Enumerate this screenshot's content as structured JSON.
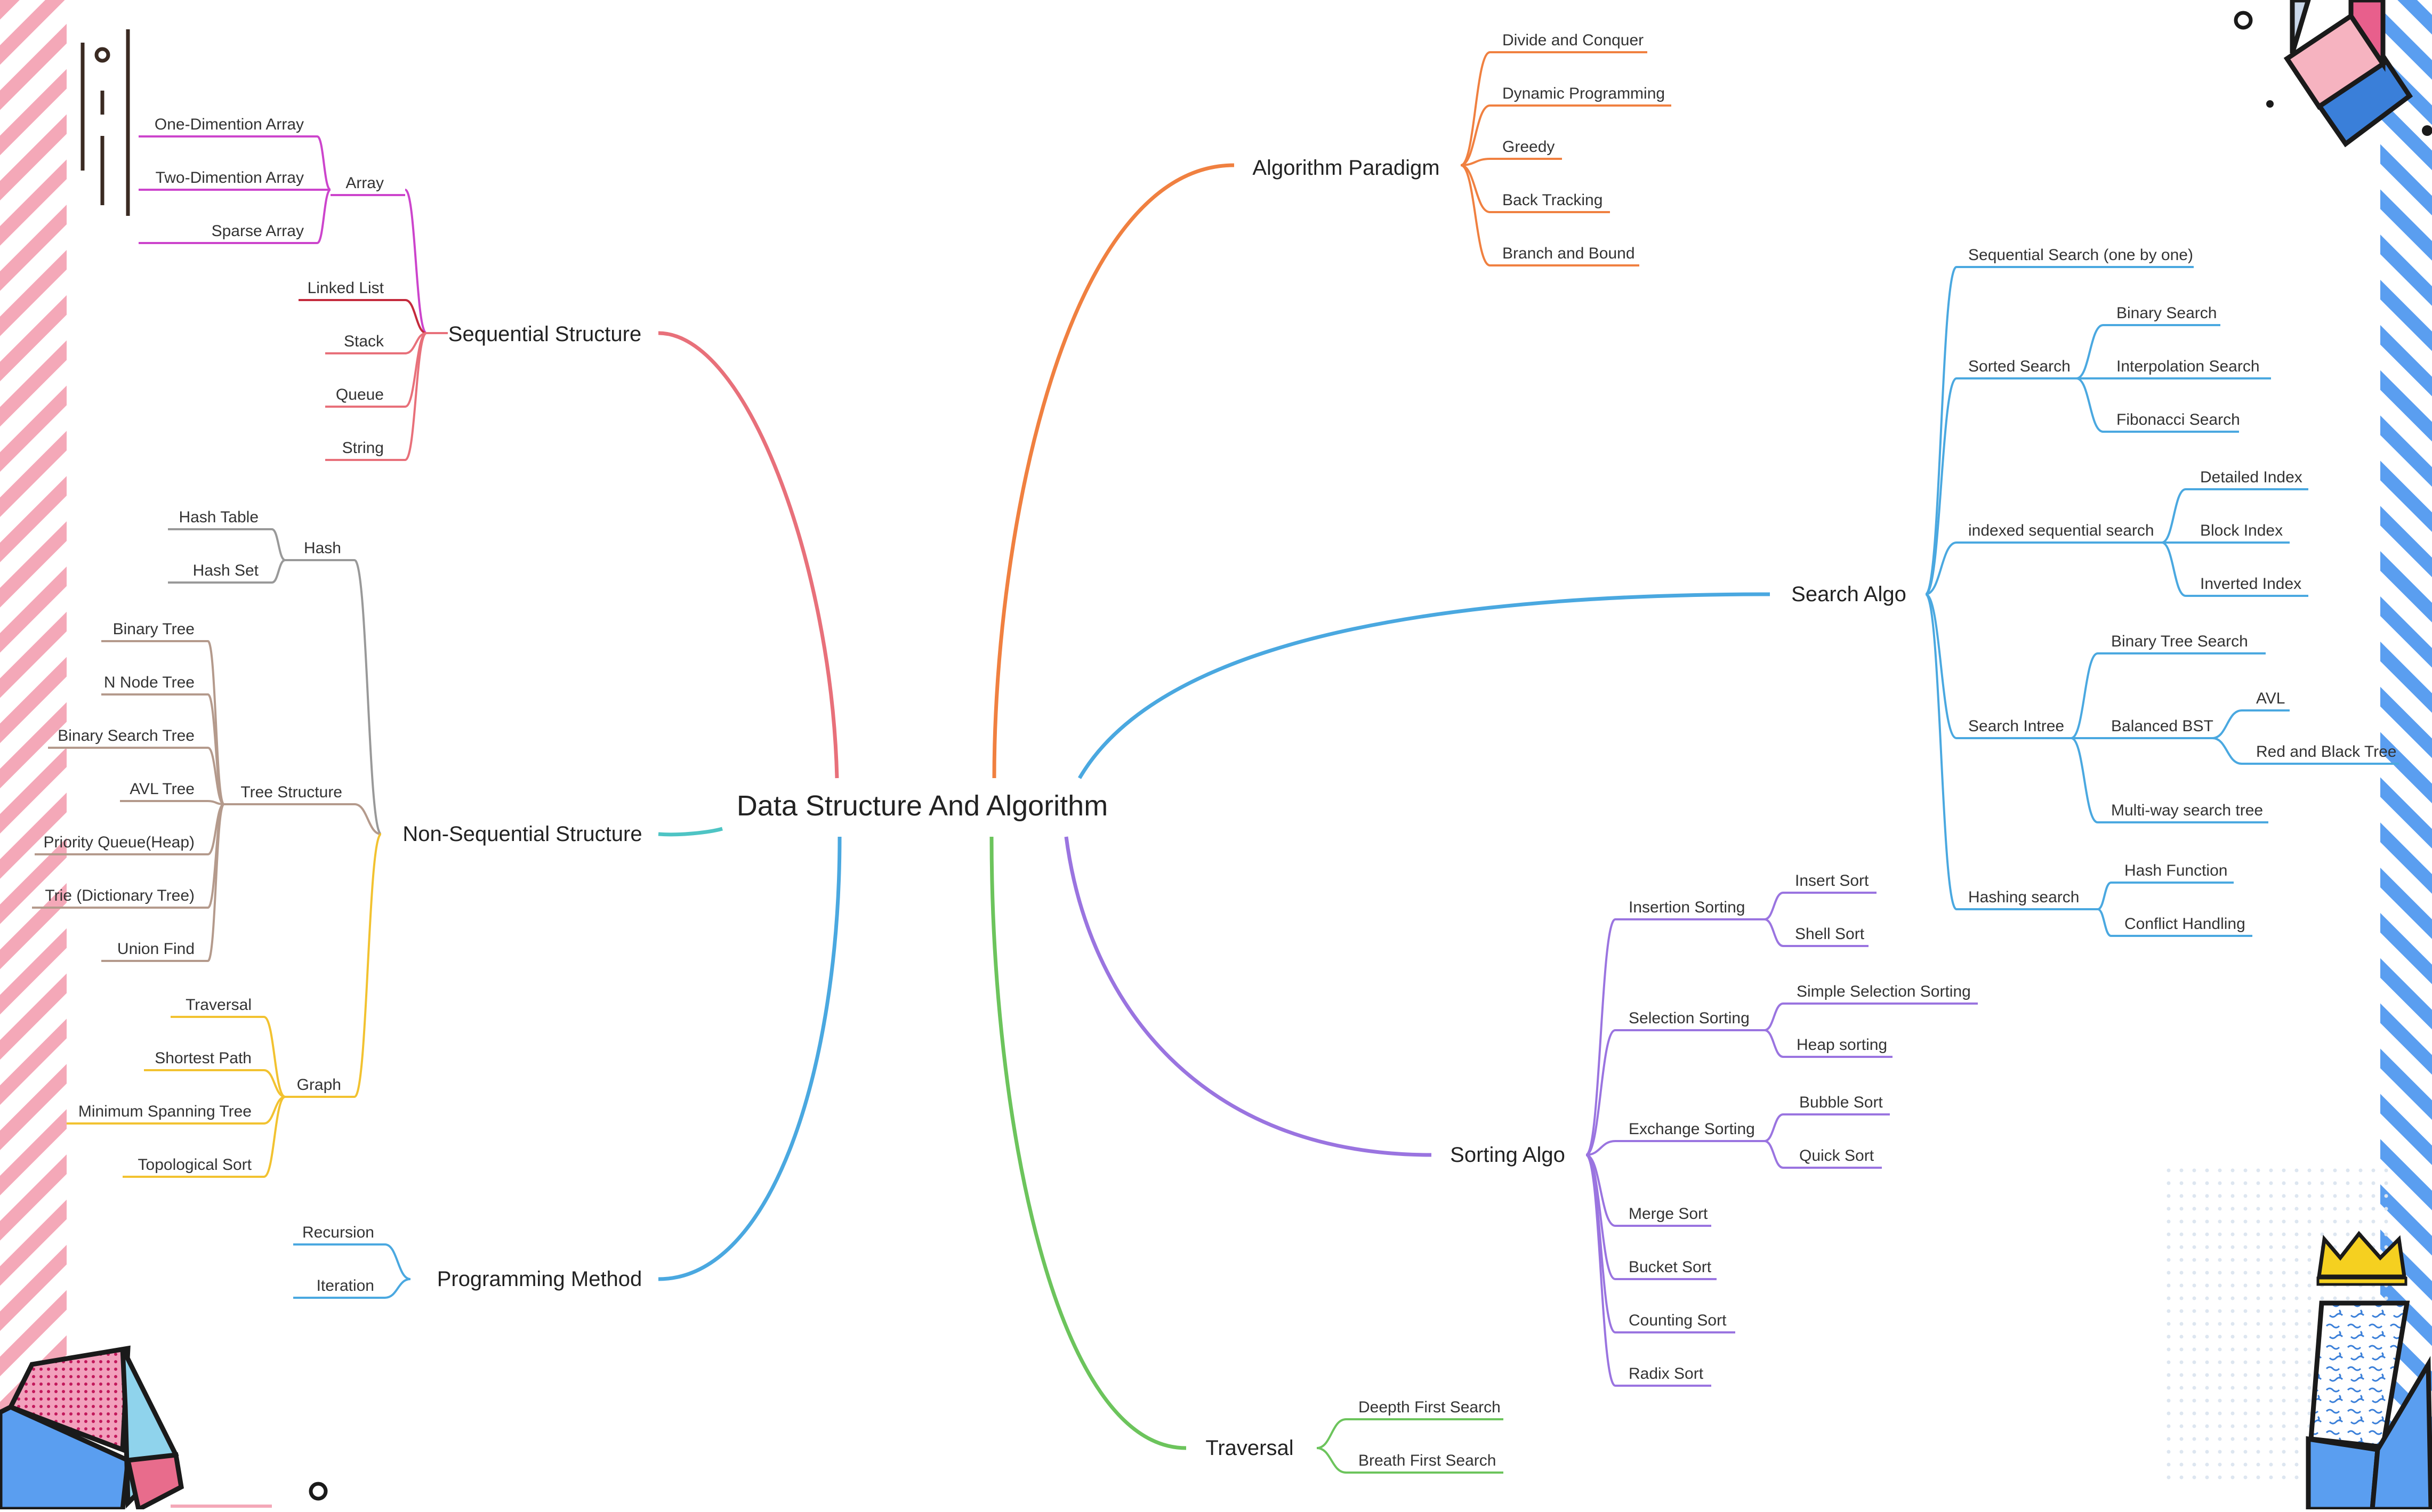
{
  "root": {
    "label": "Data Structure And Algorithm"
  },
  "colors": {
    "sequential": "#e8707a",
    "sequential_array": "#cc44cc",
    "sequential_linked": "#c42a3c",
    "nonsequential": "#4ec4c4",
    "hash": "#999999",
    "tree": "#b49a8c",
    "graph": "#f2c230",
    "programming": "#4aa8e0",
    "paradigm": "#f08040",
    "search": "#4aa8e0",
    "sorting": "#9a74e0",
    "traversal": "#6cc45c",
    "stripe_pink": "#f4a8b8",
    "stripe_blue": "#5a9ef0"
  },
  "branches": {
    "sequential": {
      "label": "Sequential Structure",
      "array": {
        "label": "Array",
        "items": [
          "One-Dimention Array",
          "Two-Dimention Array",
          "Sparse Array"
        ]
      },
      "others": [
        "Linked List",
        "Stack",
        "Queue",
        "String"
      ]
    },
    "nonsequential": {
      "label": "Non-Sequential Structure",
      "hash": {
        "label": "Hash",
        "items": [
          "Hash Table",
          "Hash Set"
        ]
      },
      "tree": {
        "label": "Tree Structure",
        "items": [
          "Binary Tree",
          "N Node Tree",
          "Binary Search Tree",
          "AVL Tree",
          "Priority Queue(Heap)",
          "Trie (Dictionary Tree)",
          "Union Find"
        ]
      },
      "graph": {
        "label": "Graph",
        "items": [
          "Traversal",
          "Shortest Path",
          "Minimum Spanning Tree",
          "Topological Sort"
        ]
      }
    },
    "programming": {
      "label": "Programming Method",
      "items": [
        "Recursion",
        "Iteration"
      ]
    },
    "paradigm": {
      "label": "Algorithm Paradigm",
      "items": [
        "Divide and Conquer",
        "Dynamic Programming",
        "Greedy",
        "Back Tracking",
        "Branch and Bound"
      ]
    },
    "search": {
      "label": "Search Algo",
      "sequential": "Sequential Search (one by one)",
      "sorted": {
        "label": "Sorted Search",
        "items": [
          "Binary Search",
          "Interpolation Search",
          "Fibonacci Search"
        ]
      },
      "indexed": {
        "label": "indexed sequential search",
        "items": [
          "Detailed Index",
          "Block Index",
          "Inverted Index"
        ]
      },
      "intree": {
        "label": "Search Intree",
        "bts": "Binary Tree Search",
        "balanced": {
          "label": "Balanced BST",
          "items": [
            "AVL",
            "Red and Black Tree"
          ]
        },
        "multiway": "Multi-way search tree"
      },
      "hashing": {
        "label": "Hashing search",
        "items": [
          "Hash Function",
          "Conflict Handling"
        ]
      }
    },
    "sorting": {
      "label": "Sorting Algo",
      "insertion": {
        "label": "Insertion Sorting",
        "items": [
          "Insert Sort",
          "Shell Sort"
        ]
      },
      "selection": {
        "label": "Selection Sorting",
        "items": [
          "Simple Selection Sorting",
          "Heap sorting"
        ]
      },
      "exchange": {
        "label": "Exchange Sorting",
        "items": [
          "Bubble Sort",
          "Quick Sort"
        ]
      },
      "others": [
        "Merge Sort",
        "Bucket Sort",
        "Counting Sort",
        "Radix Sort"
      ]
    },
    "traversal": {
      "label": "Traversal",
      "items": [
        "Deepth First Search",
        "Breath First Search"
      ]
    }
  }
}
